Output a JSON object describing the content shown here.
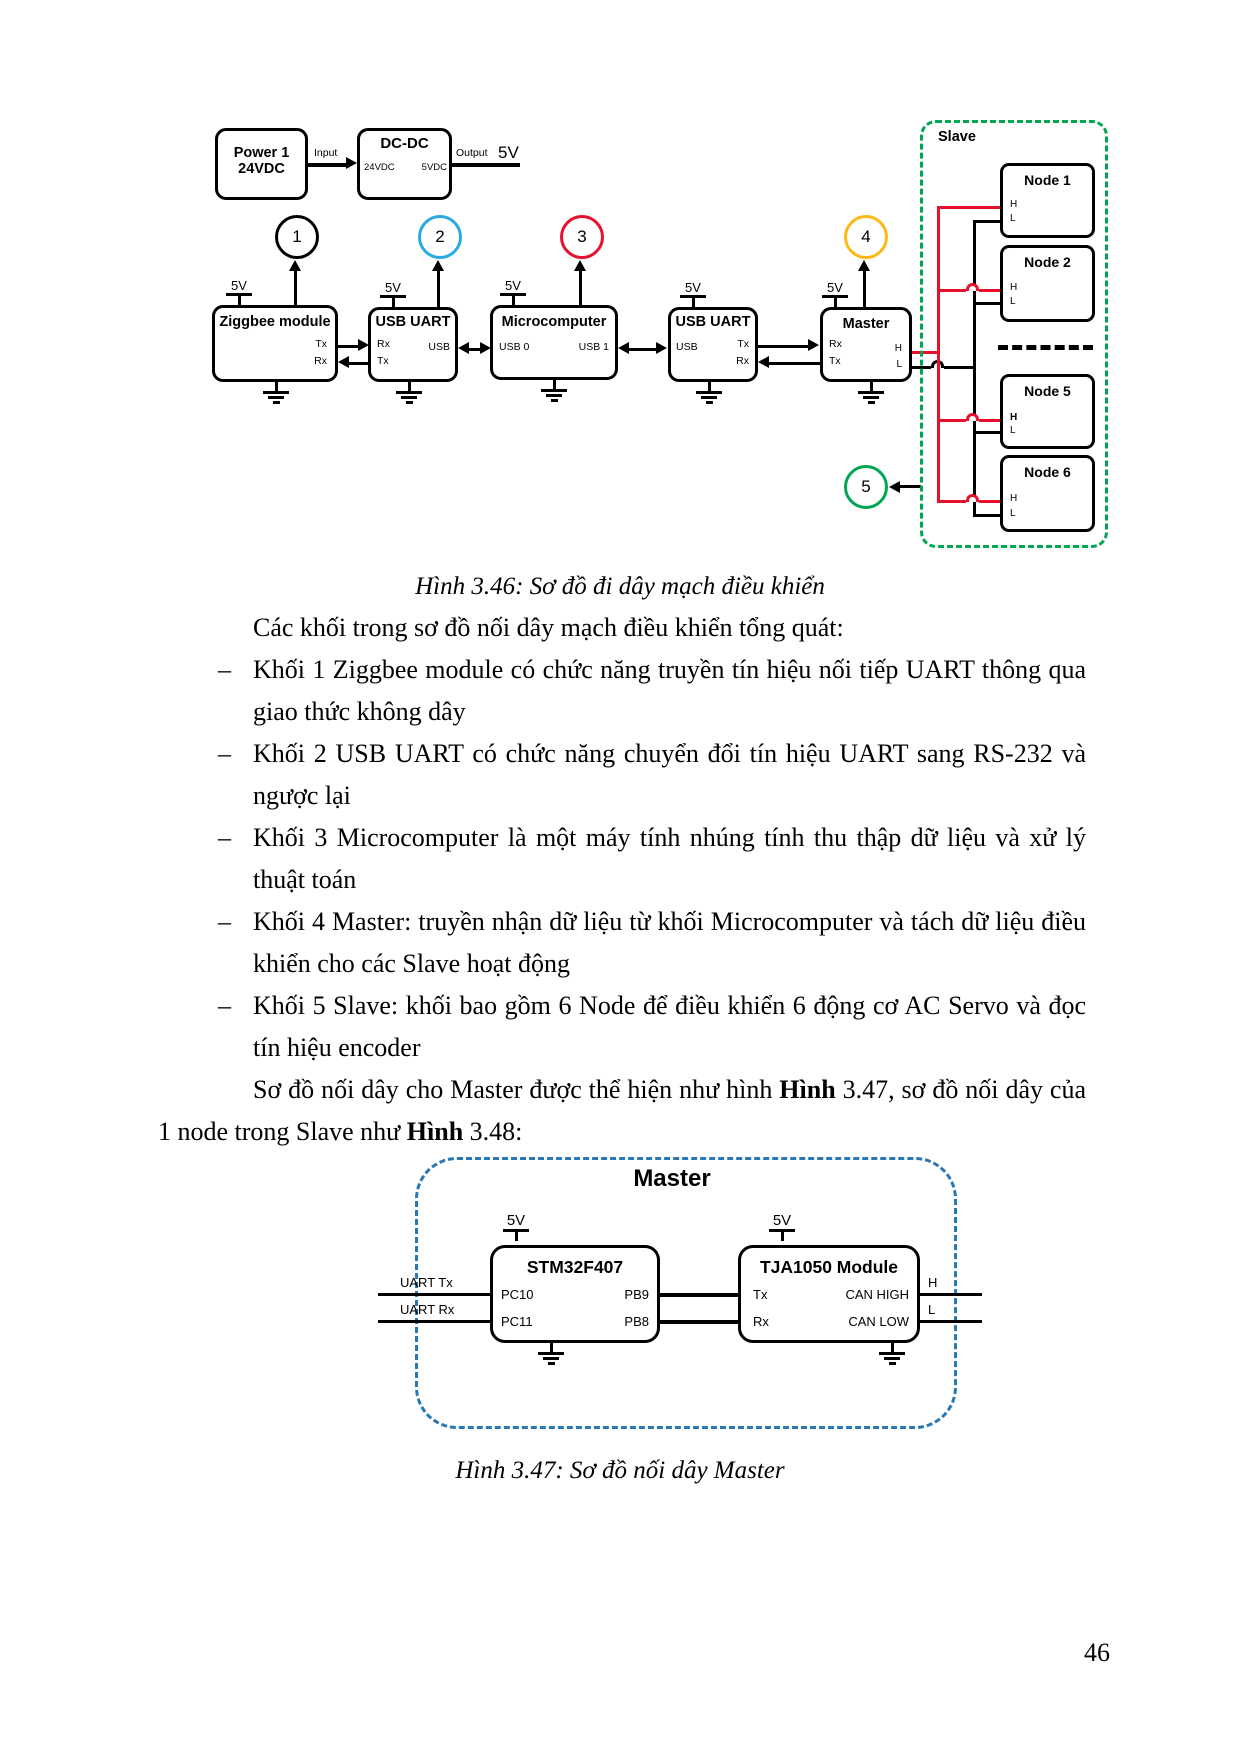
{
  "colors": {
    "red": "#e8112d",
    "green": "#00a651",
    "cyan": "#29abe2",
    "yellow": "#fdb913",
    "bluedash": "#2878b5"
  },
  "labels": {
    "v5": "5V"
  },
  "figure1": {
    "caption": "Hình 3.46: Sơ đồ đi dây mạch điều khiển",
    "power": {
      "line1": "Power 1",
      "line2": "24VDC"
    },
    "dcdc": {
      "title": "DC-DC",
      "in_port": "24VDC",
      "out_port": "5VDC"
    },
    "input_label": "Input",
    "output_label": "Output",
    "circles": [
      {
        "label": "1"
      },
      {
        "label": "2"
      },
      {
        "label": "3"
      },
      {
        "label": "4"
      },
      {
        "label": "5"
      }
    ],
    "ziggbee": {
      "title": "Ziggbee module",
      "tx": "Tx",
      "rx": "Rx"
    },
    "usb_uart1": {
      "title": "USB UART",
      "rx": "Rx",
      "tx": "Tx",
      "usb": "USB"
    },
    "micro": {
      "title": "Microcomputer",
      "usb0": "USB 0",
      "usb1": "USB 1"
    },
    "usb_uart2": {
      "title": "USB UART",
      "usb": "USB",
      "tx": "Tx",
      "rx": "Rx"
    },
    "master": {
      "title": "Master",
      "rx": "Rx",
      "tx": "Tx",
      "h": "H",
      "l": "L"
    },
    "slave": {
      "title": "Slave",
      "nodes": [
        {
          "title": "Node 1",
          "h": "H",
          "l": "L"
        },
        {
          "title": "Node 2",
          "h": "H",
          "l": "L"
        },
        {
          "title": "Node 5",
          "h": "H",
          "l": "L"
        },
        {
          "title": "Node 6",
          "h": "H",
          "l": "L"
        }
      ]
    }
  },
  "body_text": {
    "intro": "Các khối trong sơ đồ nối dây mạch điều khiển tổng quát:",
    "bullets": [
      {
        "marker": "–",
        "text": "Khối 1 Ziggbee module có chức năng truyền tín hiệu nối tiếp UART thông qua giao thức không dây"
      },
      {
        "marker": "–",
        "text": "Khối 2 USB UART có chức năng chuyển đổi tín hiệu UART sang RS-232 và ngược lại"
      },
      {
        "marker": "–",
        "text": "Khối 3 Microcomputer là một máy tính nhúng tính thu thập dữ liệu và xử lý thuật toán"
      },
      {
        "marker": "–",
        "text": "Khối 4 Master: truyền nhận dữ liệu từ khối Microcomputer và tách dữ liệu điều khiển cho các Slave hoạt động"
      },
      {
        "marker": "–",
        "text": "Khối 5 Slave: khối bao gồm 6 Node để điều khiển 6 động cơ AC Servo và đọc tín hiệu encoder"
      }
    ],
    "closing": {
      "parts": [
        "Sơ đồ nối dây cho Master được thể hiện như hình ",
        "Hình",
        " 3.47, sơ đồ nối dây của 1 node trong Slave như ",
        "Hình",
        " 3.48:"
      ]
    }
  },
  "figure2": {
    "caption": "Hình 3.47: Sơ đồ nối dây Master",
    "title": "Master",
    "stm32": {
      "title": "STM32F407",
      "pc10": "PC10",
      "pc11": "PC11",
      "pb9": "PB9",
      "pb8": "PB8"
    },
    "tja1050": {
      "title": "TJA1050 Module",
      "tx": "Tx",
      "rx": "Rx",
      "can_high": "CAN HIGH",
      "can_low": "CAN LOW"
    },
    "ext": {
      "uart_tx": "UART Tx",
      "uart_rx": "UART Rx",
      "h": "H",
      "l": "L"
    }
  },
  "page_number": "46"
}
